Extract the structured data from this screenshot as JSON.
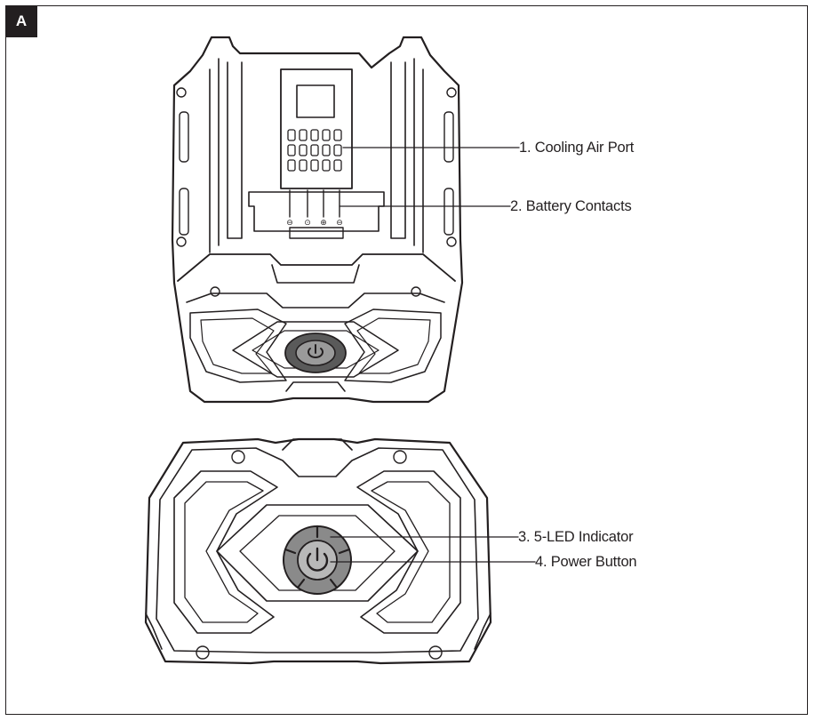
{
  "figure": {
    "panel_label": "A"
  },
  "callouts": [
    {
      "number": "1",
      "text": "1. Cooling Air Port"
    },
    {
      "number": "2",
      "text": "2. Battery Contacts"
    },
    {
      "number": "3",
      "text": "3. 5-LED Indicator"
    },
    {
      "number": "4",
      "text": "4. Power Button"
    }
  ],
  "contact_symbols": [
    "⊖",
    "⊙",
    "⊕",
    "⊖"
  ],
  "icons": [
    "power-icon",
    "power-icon"
  ]
}
